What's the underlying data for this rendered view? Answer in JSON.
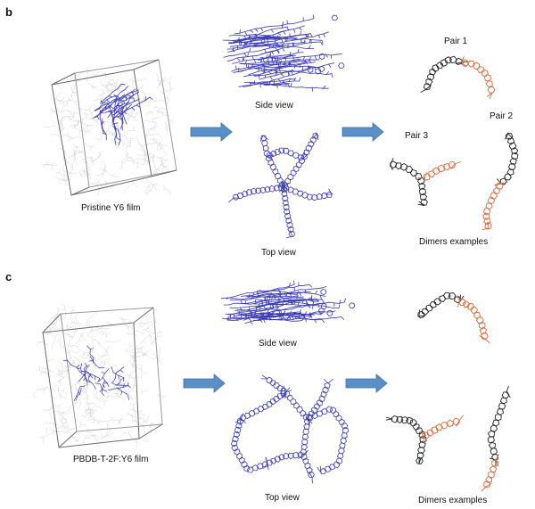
{
  "panels": {
    "b": {
      "letter": "b",
      "film_label": "Pristine Y6 film",
      "side_view": "Side view",
      "top_view": "Top view",
      "dimers": "Dimers examples",
      "pairs": [
        "Pair 1",
        "Pair 2",
        "Pair 3"
      ]
    },
    "c": {
      "letter": "c",
      "film_label": "PBDB-T-2F:Y6 film",
      "side_view": "Side view",
      "top_view": "Top view",
      "dimers": "Dimers examples"
    }
  },
  "colors": {
    "molecule_blue": "#3a3ab8",
    "arrow_blue": "#5b8fc8",
    "arrow_edge": "#3d6fa8",
    "dimer_black": "#222222",
    "dimer_orange": "#d9683a",
    "box_gray": "#6a6a6a",
    "haze_gray": "#bdbdbd"
  },
  "icons": [
    "right-arrow-icon"
  ]
}
